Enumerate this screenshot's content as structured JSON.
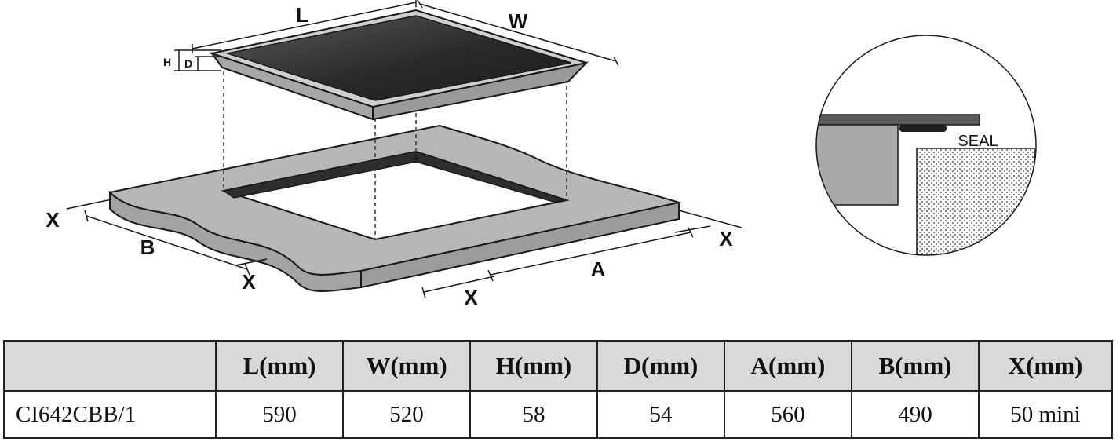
{
  "diagram": {
    "labels": {
      "L": "L",
      "W": "W",
      "H": "H",
      "D": "D",
      "A": "A",
      "B": "B",
      "X": "X",
      "seal": "SEAL"
    },
    "colors": {
      "glass": "#3a3a3a",
      "frame": "#a8a8a8",
      "counter": "#b4b4b4",
      "cutout_edge": "#2e2e2e",
      "outline": "#1a1a1a"
    }
  },
  "table": {
    "headers": [
      "",
      "L(mm)",
      "W(mm)",
      "H(mm)",
      "D(mm)",
      "A(mm)",
      "B(mm)",
      "X(mm)"
    ],
    "rows": [
      [
        "CI642CBB/1",
        "590",
        "520",
        "58",
        "54",
        "560",
        "490",
        "50 mini"
      ]
    ]
  }
}
